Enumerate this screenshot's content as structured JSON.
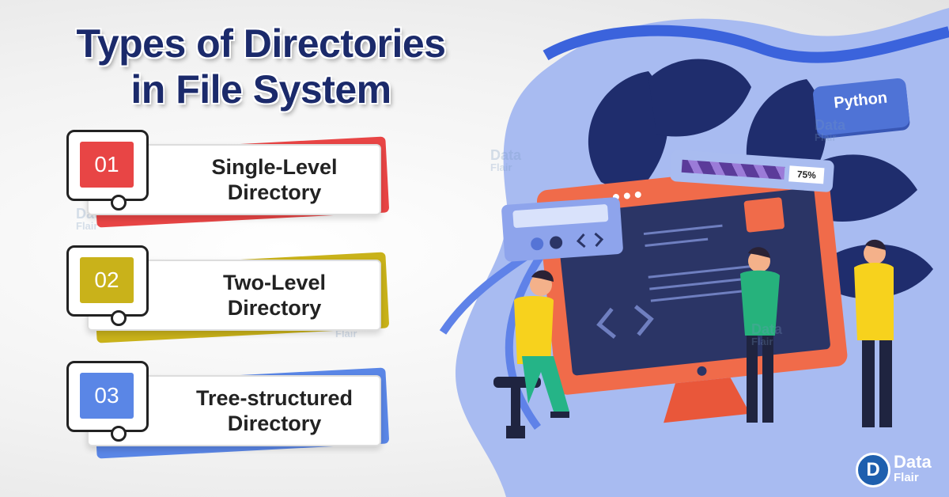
{
  "title": {
    "line1": "Types of Directories",
    "line2": "in File System"
  },
  "items": [
    {
      "number": "01",
      "line1": "Single-Level",
      "line2": "Directory",
      "color": "#e84545"
    },
    {
      "number": "02",
      "line1": "Two-Level",
      "line2": "Directory",
      "color": "#c9b21a"
    },
    {
      "number": "03",
      "line1": "Tree-structured",
      "line2": "Directory",
      "color": "#5a86e6"
    }
  ],
  "illustration": {
    "badge": "Python",
    "progress": {
      "label": "75%",
      "value": 0.75
    },
    "watermark": {
      "line1": "Data",
      "line2": "Flair"
    }
  },
  "logo": {
    "line1": "Data",
    "line2": "Flair",
    "color": "#1e5fae"
  }
}
